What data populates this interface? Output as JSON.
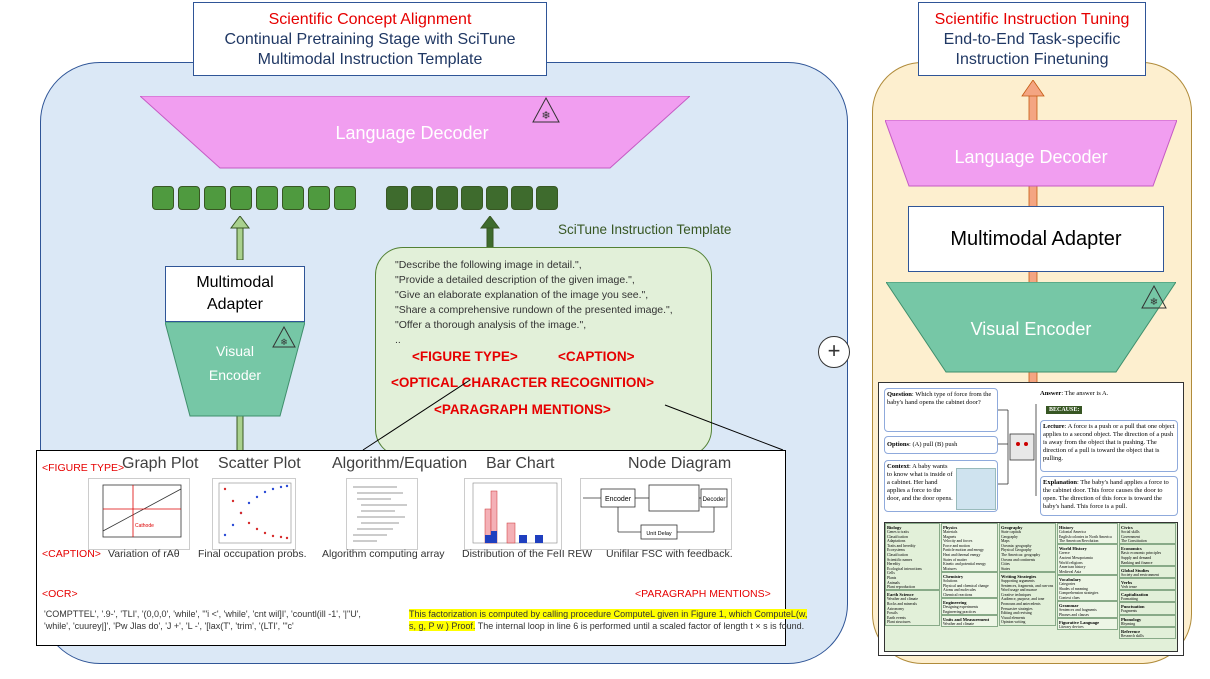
{
  "left": {
    "title_red": "Scientific Concept Alignment",
    "title_line2": "Continual Pretraining Stage with SciTune",
    "title_line3": "Multimodal Instruction Template",
    "decoder_label": "Language Decoder",
    "adapter_label_1": "Multimodal",
    "adapter_label_2": "Adapter",
    "encoder_label_1": "Visual",
    "encoder_label_2": "Encoder",
    "template_title": "SciTune Instruction Template",
    "template_lines": [
      "\"Describe the following image in detail.\",",
      "\"Provide a detailed description of the given image.\",",
      "\"Give an elaborate explanation of the image you see.\",",
      "\"Share a comprehensive rundown of the presented image.\",",
      "\"Offer a thorough analysis of the image.\",",
      ".."
    ],
    "tags": {
      "figure_type": "<FIGURE TYPE>",
      "caption": "<CAPTION>",
      "ocr": "<OPTICAL CHARACTER RECOGNITION>",
      "paragraph": "<PARAGRAPH MENTIONS>"
    },
    "bottom": {
      "figure_type_tag": "<FIGURE TYPE>",
      "caption_tag": "<CAPTION>",
      "ocr_tag": "<OCR>",
      "paragraph_tag": "<PARAGRAPH MENTIONS>",
      "categories": [
        "Graph Plot",
        "Scatter Plot",
        "Algorithm/Equation",
        "Bar Chart",
        "Node Diagram"
      ],
      "captions": [
        "Variation of rAθ",
        "Final occupation probs.",
        "Algorithm computing array",
        "Distribution of the FeII REW",
        "Unifilar FSC with feedback."
      ],
      "ocr_line1": "'COMPTTEL', '.9-', 'TLI', '(0,0,0', 'while', '\"i <', 'while', 'cnt wil]I', 'countl(ill -1', '|\"U',",
      "ocr_line2": "'while', 'cuurey|]', 'Pw Jlas do', 'J +', 'L -', '[lax(T', 'trim', '(LTI', '\"c'",
      "para_hl": "This factorization is computed by calling procedure ComputeL given in Figure 1, which ComputeL(w,",
      "para_hl2": "s, g, P w ) Proof.",
      "para_rest": " The internal loop in line 6 is performed until a scaled factor of length t × s is found.",
      "graph_annot": "Cathode",
      "diagram_encoder": "Encoder",
      "diagram_decoder": "Decoder",
      "diagram_delay": "Unit Delay"
    }
  },
  "right": {
    "title_red": "Scientific Instruction Tuning",
    "title_line2": "End-to-End Task-specific",
    "title_line3": "Instruction Finetuning",
    "decoder_label": "Language Decoder",
    "adapter_label": "Multimodal Adapter",
    "encoder_label": "Visual Encoder",
    "example": {
      "question_label": "Question",
      "question_text": ": Which type of force from the baby's hand opens the cabinet door?",
      "options_label": "Options",
      "options_text": ": (A) pull (B) push",
      "context_label": "Context",
      "context_text": ": A baby wants to know what is inside of a cabinet. Her hand applies a force to the door, and the door opens.",
      "answer_label": "Answer",
      "answer_text": ": The answer is A.",
      "because": "BECAUSE:",
      "lecture_label": "Lecture",
      "lecture_text": ": A force is a push or a pull that one object applies to a second object. The direction of a push is away from the object that is pushing. The direction of a pull is toward the object that is pulling.",
      "explanation_label": "Explanation",
      "explanation_text": ": The baby's hand applies a force to the cabinet door. This force causes the door to open. The direction of this force is toward the baby's hand. This force is a pull."
    },
    "subjects": [
      {
        "title": "Biology",
        "items": [
          "Genes to traits",
          "Classification",
          "Adaptations",
          "Traits and heredity",
          "Ecosystems",
          "Classification",
          "Scientific names",
          "Heredity",
          "Ecological interactions",
          "Cells",
          "Plants",
          "Animals",
          "Plant reproduction"
        ]
      },
      {
        "title": "Physics",
        "items": [
          "Materials",
          "Magnets",
          "Velocity and forces",
          "Force and motion",
          "Particle motion and energy",
          "Heat and thermal energy",
          "States of matter",
          "Kinetic and potential energy",
          "Mixtures"
        ]
      },
      {
        "title": "Geography",
        "items": [
          "State capitals",
          "Geography",
          "Maps",
          "Oceania: geography",
          "Physical Geography",
          "The Americas: geography",
          "Oceans and continents",
          "Cities",
          "States"
        ]
      },
      {
        "title": "History",
        "items": [
          "Colonial America",
          "English colonies in North America",
          "The American Revolution"
        ]
      },
      {
        "title": "Civics",
        "items": [
          "Social skills",
          "Government",
          "The Constitution"
        ]
      },
      {
        "title": "World History",
        "items": [
          "Greece",
          "Ancient Mesopotamia",
          "World religions",
          "American history",
          "Medieval Asia"
        ]
      },
      {
        "title": "Economics",
        "items": [
          "Basic economic principles",
          "Supply and demand",
          "Banking and finance"
        ]
      },
      {
        "title": "Global Studies",
        "items": [
          "Society and environment"
        ]
      },
      {
        "title": "Earth Science",
        "items": [
          "Weather and climate",
          "Rocks and minerals",
          "Astronomy",
          "Fossils",
          "Earth events",
          "Plant structures"
        ]
      },
      {
        "title": "Chemistry",
        "items": [
          "Solutions",
          "Physical and chemical change",
          "Atoms and molecules",
          "Chemical reactions"
        ]
      },
      {
        "title": "Engineering",
        "items": [
          "Designing experiments",
          "Engineering practices"
        ]
      },
      {
        "title": "Units and Measurement",
        "items": [
          "Weather and climate"
        ]
      },
      {
        "title": "Writing Strategies",
        "items": [
          "Supporting arguments",
          "Sentences, fragments, and run-ons",
          "Word usage and nuance",
          "Creative techniques",
          "Audience, purpose, and tone",
          "Pronouns and antecedents",
          "Persuasive strategies",
          "Editing and revising",
          "Visual elements",
          "Opinion writing"
        ]
      },
      {
        "title": "Vocabulary",
        "items": [
          "Categories",
          "Shades of meaning",
          "Comprehension strategies",
          "Context clues"
        ]
      },
      {
        "title": "Grammar",
        "items": [
          "Sentences and fragments",
          "Phrases and clauses"
        ]
      },
      {
        "title": "Figurative Language",
        "items": [
          "Literary devices"
        ]
      },
      {
        "title": "Verbs",
        "items": [
          "Verb tense"
        ]
      },
      {
        "title": "Capitalization",
        "items": [
          "Formatting"
        ]
      },
      {
        "title": "Punctuation",
        "items": [
          "Fragments"
        ]
      },
      {
        "title": "Phonology",
        "items": [
          "Rhyming"
        ]
      },
      {
        "title": "Reference",
        "items": [
          "Research skills"
        ]
      }
    ]
  },
  "plus_symbol": "+",
  "snowflake": "❄"
}
